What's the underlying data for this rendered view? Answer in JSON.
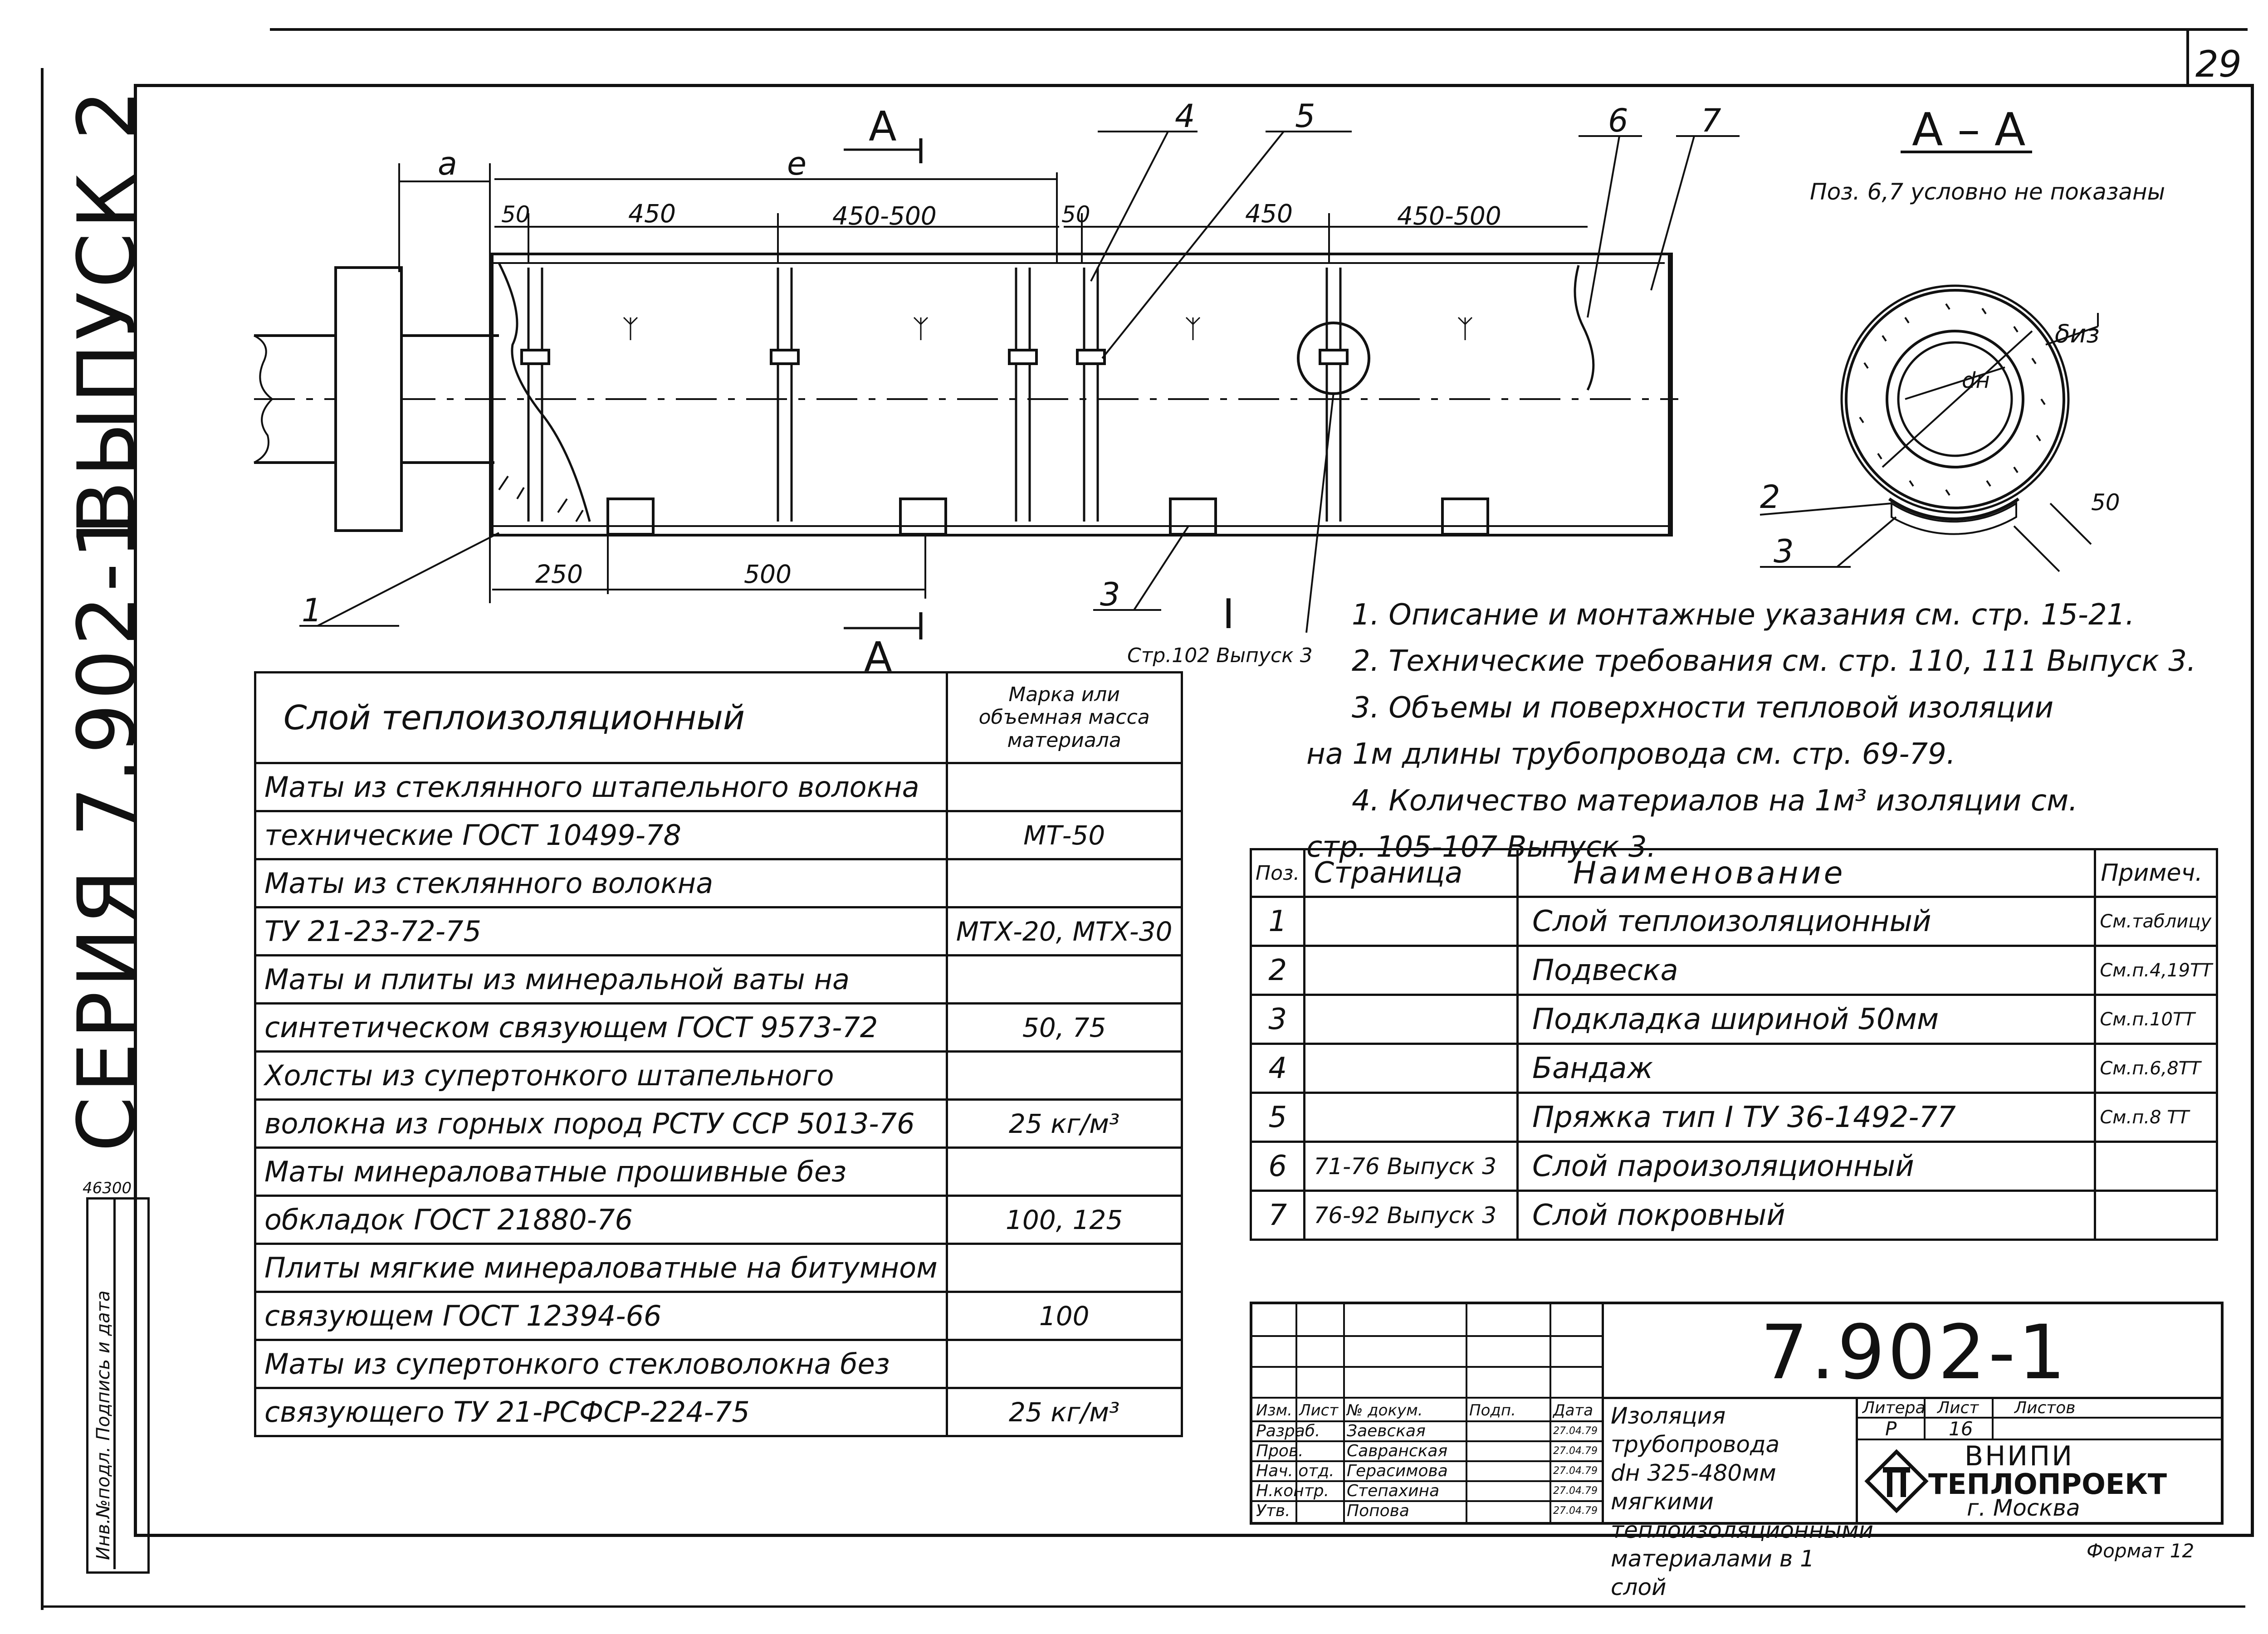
{
  "sheet": {
    "page_number": "29",
    "format_note": "Формат 12",
    "vertical_series": "СЕРИЯ 7.902-1",
    "vertical_issue": "ВЫПУСК 2",
    "inventory_code": "46300",
    "side_stamp": "Инв.№подл. Подпись и дата"
  },
  "drawing": {
    "section_letter": "A",
    "dim_a": "a",
    "dim_e": "e",
    "dims_top": [
      "50",
      "450",
      "450-500",
      "50",
      "450",
      "450-500"
    ],
    "dims_bottom": [
      "250",
      "500"
    ],
    "positions": [
      "1",
      "2",
      "3",
      "4",
      "5",
      "6",
      "7"
    ],
    "detail_label": "I",
    "detail_ref": "Стр.102 Выпуск 3",
    "section_title": "А – А",
    "section_note": "Поз. 6,7 условно не показаны",
    "label_dn": "dн",
    "label_diz": "δиз",
    "label_50": "50"
  },
  "notes": [
    "1. Описание и монтажные указания см. стр. 15-21.",
    "2. Технические требования см. стр. 110, 111 Выпуск 3.",
    "3. Объемы и поверхности тепловой изоляции",
    "на 1м длины трубопровода см. стр. 69-79.",
    "4. Количество материалов на 1м³ изоляции см.",
    "стр. 105-107 Выпуск 3."
  ],
  "materials_table": {
    "header_layer": "Слой теплоизоляционный",
    "header_mark": "Марка или объемная масса материала",
    "rows": [
      {
        "text": "Маты из стеклянного штапельного волокна",
        "mark": ""
      },
      {
        "text": "технические ГОСТ 10499-78",
        "mark": "МТ-50"
      },
      {
        "text": "Маты из стеклянного волокна",
        "mark": ""
      },
      {
        "text": "ТУ 21-23-72-75",
        "mark": "МТХ-20, МТХ-30"
      },
      {
        "text": "Маты и плиты из минеральной ваты на",
        "mark": ""
      },
      {
        "text": "синтетическом связующем ГОСТ 9573-72",
        "mark": "50, 75"
      },
      {
        "text": "Холсты из супертонкого штапельного",
        "mark": ""
      },
      {
        "text": "волокна из горных пород РСТУ ССР 5013-76",
        "mark": "25 кг/м³"
      },
      {
        "text": "Маты минераловатные прошивные без",
        "mark": ""
      },
      {
        "text": "обкладок ГОСТ 21880-76",
        "mark": "100, 125"
      },
      {
        "text": "Плиты мягкие минераловатные на битумном",
        "mark": ""
      },
      {
        "text": "связующем ГОСТ 12394-66",
        "mark": "100"
      },
      {
        "text": "Маты из супертонкого стекловолокна без",
        "mark": ""
      },
      {
        "text": "связующего ТУ 21-РСФСР-224-75",
        "mark": "25 кг/м³"
      }
    ]
  },
  "spec_table": {
    "headers": [
      "Поз.",
      "Страница",
      "Наименование",
      "Примеч."
    ],
    "rows": [
      {
        "pos": "1",
        "page": "",
        "name": "Слой теплоизоляционный",
        "note": "См.таблицу"
      },
      {
        "pos": "2",
        "page": "",
        "name": "Подвеска",
        "note": "См.п.4,19ТТ"
      },
      {
        "pos": "3",
        "page": "",
        "name": "Подкладка шириной 50мм",
        "note": "См.п.10ТТ"
      },
      {
        "pos": "4",
        "page": "",
        "name": "Бандаж",
        "note": "См.п.6,8ТТ"
      },
      {
        "pos": "5",
        "page": "",
        "name": "Пряжка тип I ТУ 36-1492-77",
        "note": "См.п.8 ТТ"
      },
      {
        "pos": "6",
        "page": "71-76 Выпуск 3",
        "name": "Слой пароизоляционный",
        "note": ""
      },
      {
        "pos": "7",
        "page": "76-92 Выпуск 3",
        "name": "Слой покровный",
        "note": ""
      }
    ]
  },
  "title_block": {
    "doc_number": "7.902-1",
    "col_headers": [
      "Изм.",
      "Лист",
      "№ докум.",
      "Подп.",
      "Дата"
    ],
    "people": [
      {
        "role": "Разраб.",
        "name": "Заевская",
        "date": "27.04.79"
      },
      {
        "role": "Пров.",
        "name": "Савранская",
        "date": "27.04.79"
      },
      {
        "role": "Нач. отд.",
        "name": "Герасимова",
        "date": "27.04.79"
      },
      {
        "role": "Н.контр.",
        "name": "Степахина",
        "date": "27.04.79"
      },
      {
        "role": "Утв.",
        "name": "Попова",
        "date": "27.04.79"
      }
    ],
    "title_lines": [
      "Изоляция трубопровода",
      "dн 325-480мм мягкими",
      "теплоизоляционными",
      "материалами в 1 слой"
    ],
    "lit_header": "Литера",
    "sheet_header": "Лист",
    "sheets_header": "Листов",
    "lit_value": "Р",
    "sheet_value": "16",
    "org_top": "ВНИПИ",
    "org_name": "ТЕПЛОПРОЕКТ",
    "org_city": "г. Москва"
  }
}
